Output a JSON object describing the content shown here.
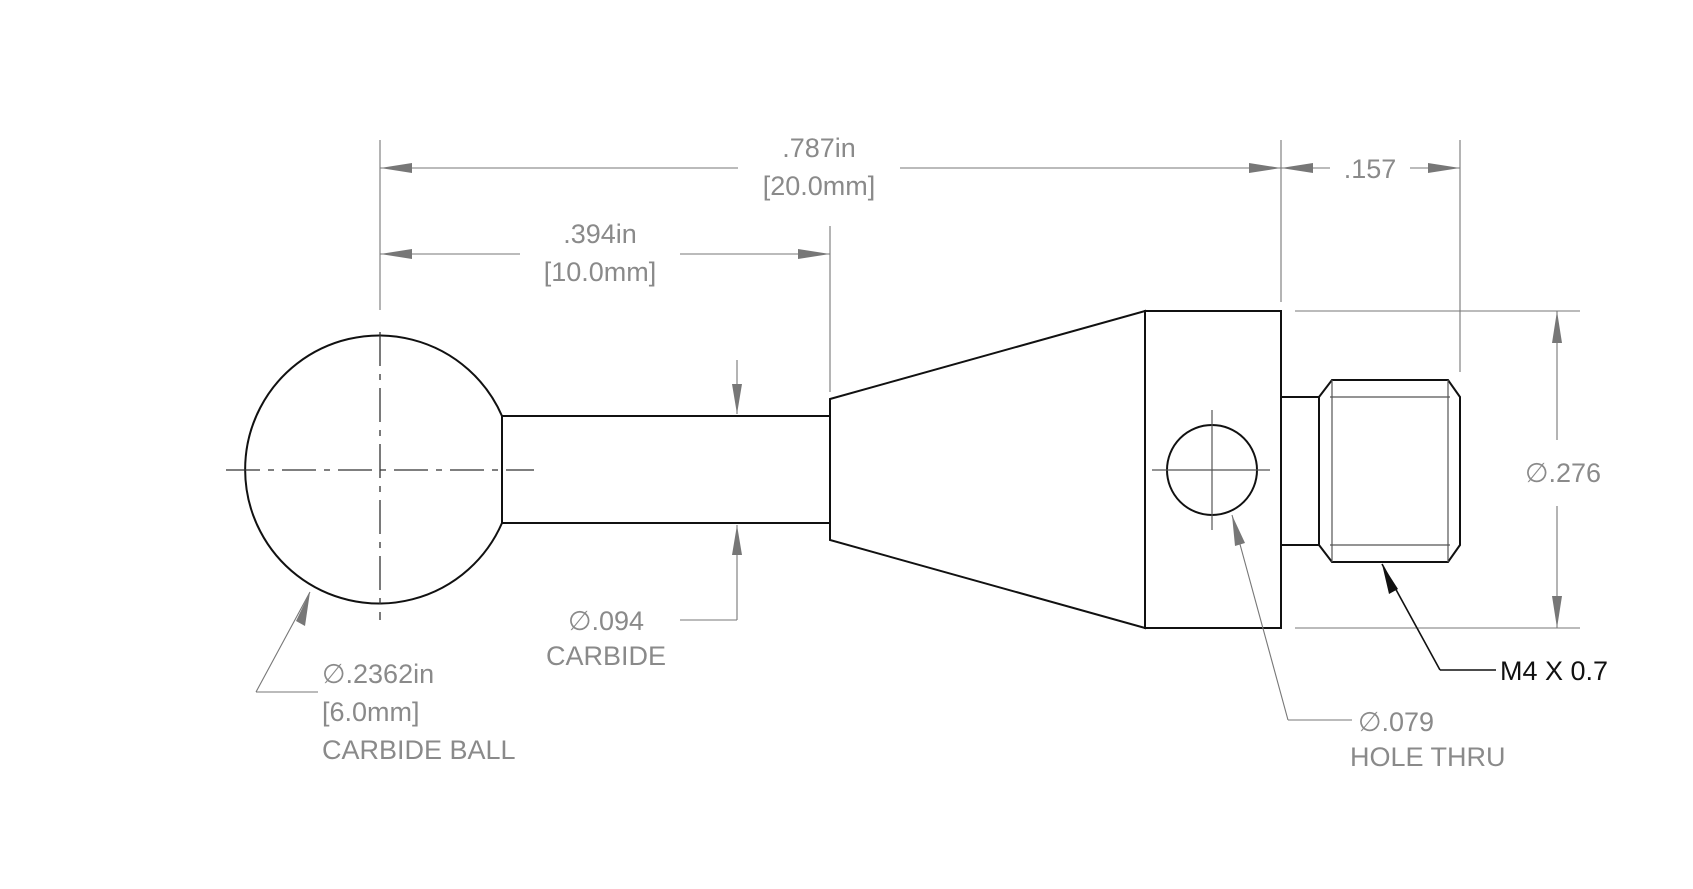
{
  "dimensions": {
    "overall_length": {
      "inch": ".787in",
      "mm": "[20.0mm]"
    },
    "thread_length": {
      "value": ".157"
    },
    "stem_length": {
      "inch": ".394in",
      "mm": "[10.0mm]"
    },
    "stem_diameter": {
      "value": "∅.094",
      "material": "CARBIDE"
    },
    "ball_diameter": {
      "inch": "∅.2362in",
      "mm": "[6.0mm]",
      "material": "CARBIDE BALL"
    },
    "hole_diameter": {
      "value": "∅.079",
      "note": "HOLE THRU"
    },
    "body_diameter": {
      "value": "∅.276"
    },
    "thread_spec": {
      "value": "M4 X 0.7"
    }
  },
  "colors": {
    "part_outline": "#111111",
    "dimension_lines": "#777777",
    "dimension_text": "#8a8a8a"
  }
}
